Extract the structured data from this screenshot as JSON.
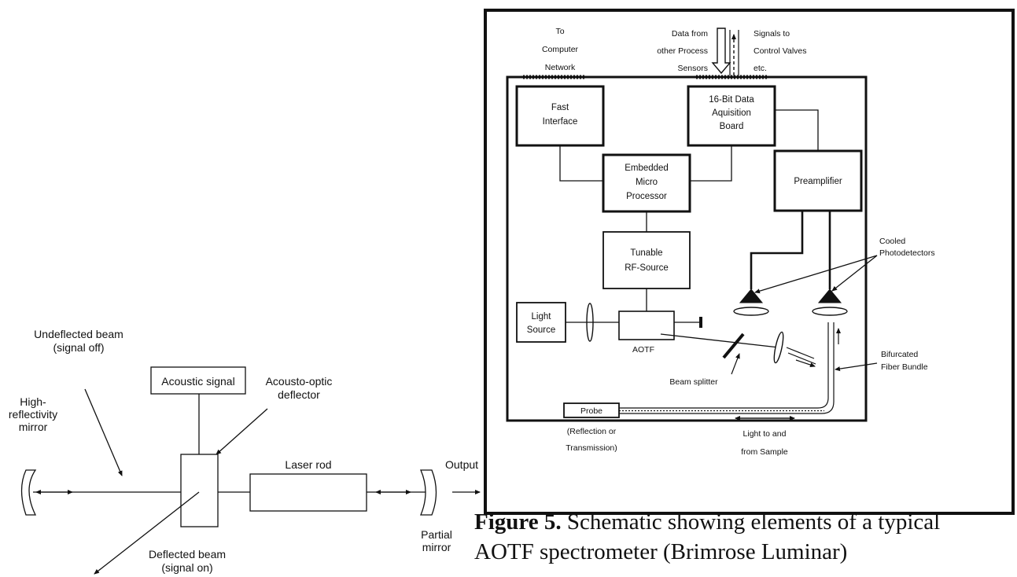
{
  "laser": {
    "undeflected_beam": "Undeflected beam",
    "undeflected_signal": "(signal off)",
    "acoustic_signal": "Acoustic signal",
    "ao_deflector_1": "Acousto-optic",
    "ao_deflector_2": "deflector",
    "hr_mirror_1": "High-",
    "hr_mirror_2": "reflectivity",
    "hr_mirror_3": "mirror",
    "laser_rod": "Laser rod",
    "output": "Output",
    "partial_mirror_1": "Partial",
    "partial_mirror_2": "mirror",
    "deflected_beam": "Deflected beam",
    "deflected_signal": "(signal on)"
  },
  "aotf": {
    "to_network_1": "To",
    "to_network_2": "Computer",
    "to_network_3": "Network",
    "data_from_1": "Data from",
    "data_from_2": "other Process",
    "data_from_3": "Sensors",
    "signals_to_1": "Signals to",
    "signals_to_2": "Control Valves",
    "signals_to_3": "etc.",
    "fast_interface_1": "Fast",
    "fast_interface_2": "Interface",
    "daq_1": "16-Bit Data",
    "daq_2": "Aquisition",
    "daq_3": "Board",
    "micro_1": "Embedded",
    "micro_2": "Micro",
    "micro_3": "Processor",
    "preamp": "Preamplifier",
    "rf_1": "Tunable",
    "rf_2": "RF-Source",
    "cooled_1": "Cooled",
    "cooled_2": "Photodetectors",
    "light_1": "Light",
    "light_2": "Source",
    "aotf_label": "AOTF",
    "beam_splitter": "Beam splitter",
    "bifurcated_1": "Bifurcated",
    "bifurcated_2": "Fiber Bundle",
    "probe": "Probe",
    "probe_note_1": "(Reflection or",
    "probe_note_2": "Transmission)",
    "light_sample_1": "Light to and",
    "light_sample_2": "from Sample"
  },
  "caption": {
    "bold": "Figure 5.",
    "line1": " Schematic showing elements of a typical",
    "line2": "AOTF spectrometer (Brimrose Luminar)"
  }
}
